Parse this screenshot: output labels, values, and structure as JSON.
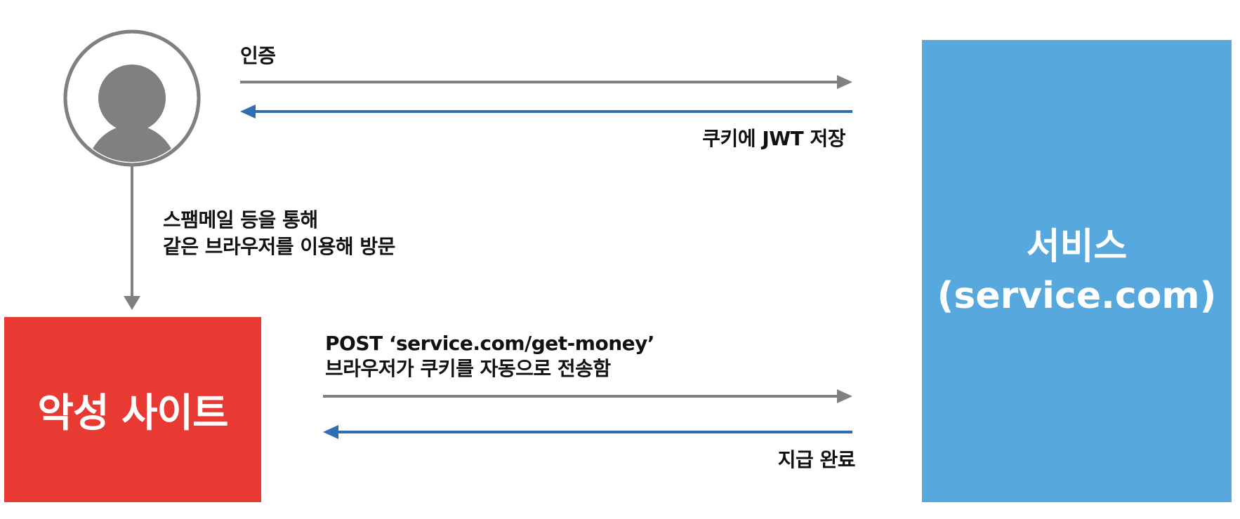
{
  "user": {
    "icon": "user-avatar-icon"
  },
  "arrows": {
    "auth_label": "인증",
    "cookie_label": "쿠키에 JWT 저장",
    "visit_label_line1": "스팸메일 등을 통해",
    "visit_label_line2": "같은 브라우저를 이용해 방문",
    "post_label_line1": "POST ‘service.com/get-money’",
    "post_label_line2": "브라우저가 쿠키를 자동으로 전송함",
    "done_label": "지급 완료"
  },
  "malicious_site": {
    "label": "악성 사이트"
  },
  "service": {
    "label_line1": "서비스",
    "label_line2": "(service.com)"
  },
  "colors": {
    "request_arrow": "#808080",
    "response_arrow": "#2f6db5",
    "malicious_fill": "#e83a33",
    "service_fill": "#57a8dd",
    "user_icon": "#808080"
  }
}
